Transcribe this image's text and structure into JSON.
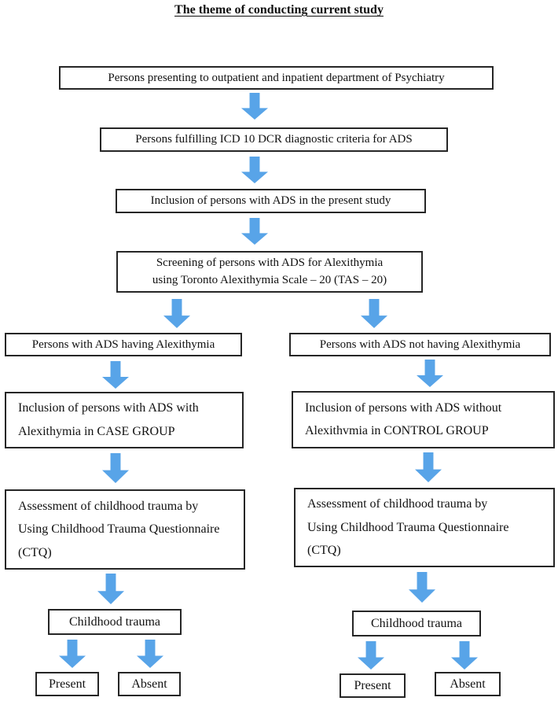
{
  "title": "The theme of conducting current study",
  "colors": {
    "arrow_fill": "#58A4E8",
    "box_border": "#262626",
    "text": "#111111"
  },
  "flow": {
    "box_population": "Persons presenting to outpatient and inpatient department of Psychiatry",
    "box_criteria": "Persons fulfilling ICD 10 DCR diagnostic criteria for ADS",
    "box_inclusion_study": "Inclusion of persons with ADS in the present study",
    "box_screening_lines": [
      "Screening of persons with ADS for Alexithymia",
      "using Toronto Alexithymia Scale – 20 (TAS – 20)"
    ],
    "left": {
      "screen_result": "Persons with ADS having Alexithymia",
      "inclusion_lines": [
        "Inclusion of persons with ADS with",
        "Alexithymia in CASE GROUP"
      ],
      "assessment_lines": [
        "Assessment of childhood trauma by",
        "Using Childhood Trauma Questionnaire",
        "(CTQ)"
      ],
      "trauma": "Childhood trauma",
      "present": "Present",
      "absent": "Absent"
    },
    "right": {
      "screen_result": "Persons with ADS not having Alexithymia",
      "inclusion_lines": [
        "Inclusion of persons with ADS without",
        "Alexithvmia in CONTROL GROUP"
      ],
      "assessment_lines": [
        "Assessment of childhood trauma by",
        "Using Childhood Trauma Questionnaire",
        "(CTQ)"
      ],
      "trauma": "Childhood trauma",
      "present": "Present",
      "absent": "Absent"
    }
  }
}
